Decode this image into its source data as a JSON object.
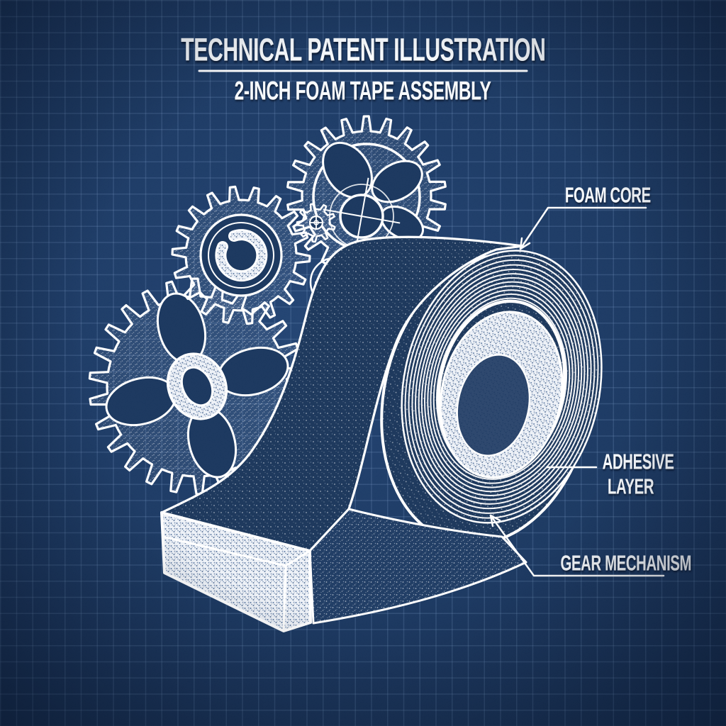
{
  "header": {
    "title": "TECHNICAL PATENT ILLUSTRATION",
    "subtitle": "2-INCH FOAM TAPE ASSEMBLY"
  },
  "callouts": {
    "foam_core": {
      "label": "FOAM CORE"
    },
    "adhesive_layer": {
      "label_line1": "ADHESIVE",
      "label_line2": "LAYER"
    },
    "gear_mechanism": {
      "label": "GEAR MECHANISM"
    }
  },
  "colors": {
    "background": "#112f58",
    "grid_line": "#3c5e8d",
    "line_art": "#ffffff",
    "tape_fill": "#132f55",
    "foam_texture": "#edf1f7"
  }
}
